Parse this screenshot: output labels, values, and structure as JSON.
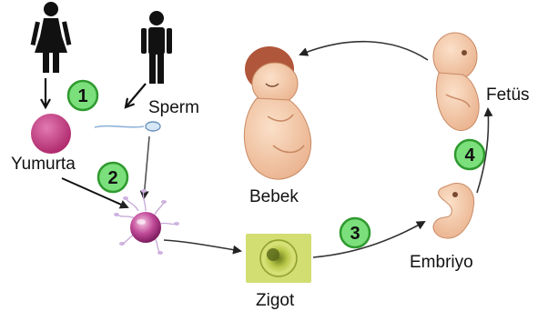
{
  "labels": {
    "yumurta": "Yumurta",
    "sperm": "Sperm",
    "bebek": "Bebek",
    "zigot": "Zigot",
    "embriyo": "Embriyo",
    "fetus": "Fetüs"
  },
  "steps": [
    "1",
    "2",
    "3",
    "4"
  ],
  "colors": {
    "step_badge_fill": "#7be07b",
    "step_badge_stroke": "#2f9a2f",
    "egg": "#c2387f",
    "zygote": "#a7c843"
  },
  "icons": [
    "woman-icon",
    "man-icon",
    "egg-cell-icon",
    "sperm-cell-icon",
    "fertilization-icon",
    "zygote-icon",
    "embryo-icon",
    "fetus-icon",
    "baby-icon"
  ]
}
